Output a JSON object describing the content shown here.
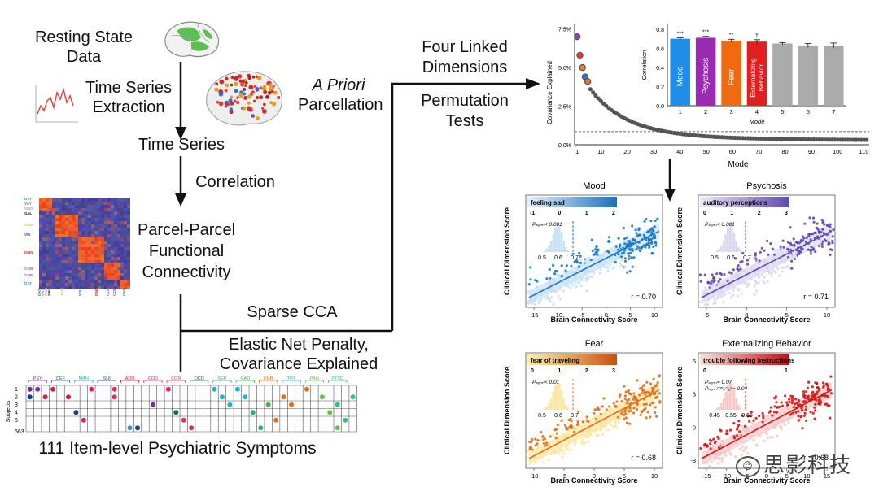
{
  "flow": {
    "resting_state": [
      "Resting State",
      "Data"
    ],
    "time_series_extraction": [
      "Time Series",
      "Extraction"
    ],
    "a_priori": "A Priori",
    "parcellation": "Parcellation",
    "time_series": "Time Series",
    "correlation": "Correlation",
    "connectivity": [
      "Parcel-Parcel",
      "Functional",
      "Connectivity"
    ],
    "sparse_cca": "Sparse CCA",
    "elastic_net": [
      "Elastic Net Penalty,",
      "Covariance Explained"
    ],
    "four_linked": [
      "Four Linked",
      "Dimensions"
    ],
    "permutation": [
      "Permutation",
      "Tests"
    ],
    "symptoms": "111 Item-level Psychiatric Symptoms"
  },
  "matrix_labels": {
    "rows": [
      "DAT",
      "VAT",
      "SMO",
      "SAL",
      "AUD",
      "VIS",
      "DMN",
      "CON",
      "COP",
      "DAT"
    ],
    "row_colors": [
      "#2aa05a",
      "#7a7a7a",
      "#d28cd2",
      "#111",
      "#e0c020",
      "#3a3ad0",
      "#e03030",
      "#b050c0",
      "#b050c0",
      "#20a0e0"
    ]
  },
  "symptom_table": {
    "row_labels": [
      "1",
      "2",
      "3",
      "4",
      "5",
      "663"
    ],
    "ylabel": "Subjects",
    "categories": [
      "PSY",
      "DEF",
      "MAN",
      "SUI",
      "ADD",
      "ODD",
      "CON",
      "OCD",
      "SEP",
      "GAD",
      "PHB",
      "TRT",
      "PAN",
      "PTSD"
    ],
    "category_colors": [
      "#7a2a9a",
      "#1a50c0",
      "#20a0c0",
      "#1a3a8a",
      "#d02040",
      "#e02060",
      "#e03060",
      "#1a6a3a",
      "#30b070",
      "#40b050",
      "#e07020",
      "#20b0d0",
      "#60c040",
      "#30c080"
    ]
  },
  "chart_data": [
    {
      "type": "scatter",
      "ylabel": "Covariance Explained",
      "xlabel": "Mode",
      "x_ticks": [
        1,
        10,
        20,
        30,
        40,
        50,
        60,
        70,
        80,
        90,
        100,
        110
      ],
      "y_ticks": [
        "0.0%",
        "2.5%",
        "5.0%",
        "7.5%"
      ],
      "xlim": [
        0,
        112
      ],
      "ylim": [
        0,
        7.8
      ],
      "first_modes": [
        {
          "x": 1,
          "y": 7.0,
          "color": "#9040c0"
        },
        {
          "x": 2,
          "y": 5.8,
          "color": "#e04030"
        },
        {
          "x": 3,
          "y": 5.0,
          "color": "#f08030"
        },
        {
          "x": 4,
          "y": 4.4,
          "color": "#2080d0"
        },
        {
          "x": 5,
          "y": 4.1,
          "color": "#e87040"
        }
      ],
      "threshold": 0.85
    },
    {
      "type": "bar",
      "ylabel": "Correlation",
      "xlabel": "Mode",
      "categories": [
        "1",
        "2",
        "3",
        "4",
        "5",
        "6",
        "7"
      ],
      "values": [
        0.7,
        0.71,
        0.68,
        0.67,
        0.65,
        0.63,
        0.63
      ],
      "errors": [
        0.01,
        0.015,
        0.015,
        0.02,
        0.01,
        0.02,
        0.025
      ],
      "bar_labels": [
        "Mood",
        "Psychosis",
        "Fear",
        "Externalizing Behavior",
        "",
        "",
        ""
      ],
      "colors": [
        "#1e8ee8",
        "#9a2ab0",
        "#f06a10",
        "#e02020",
        "#aaaaaa",
        "#aaaaaa",
        "#aaaaaa"
      ],
      "significance": [
        "***",
        "***",
        "**",
        "†",
        "",
        "",
        ""
      ],
      "y_ticks": [
        "0.0",
        "0.2",
        "0.4",
        "0.6",
        "0.8"
      ],
      "ylim": [
        0,
        0.85
      ]
    },
    {
      "type": "scatter",
      "title": "Mood",
      "xlabel": "Brain Connectivity Score",
      "ylabel": "Clinical Dimension Score",
      "x_ticks": [
        "-15",
        "-10",
        "-5",
        "0",
        "5",
        "10"
      ],
      "r": "r = 0.70",
      "color": "#1a7ac8",
      "light": "#c8e0f4",
      "item": "feeling sad",
      "item_bar": [
        "#e6f0fa",
        "#1a70c0"
      ],
      "item_ticks": [
        "-1",
        "0",
        "1",
        "2"
      ],
      "p_text": "Pₚₑᵣₘ< 0.001",
      "hist_ticks": [
        "0.5",
        "0.6",
        "0.7"
      ]
    },
    {
      "type": "scatter",
      "title": "Psychosis",
      "xlabel": "Brain Connectivity Score",
      "ylabel": "Clinical Dimension Score",
      "x_ticks": [
        "-5",
        "0",
        "5",
        "10"
      ],
      "r": "r = 0.71",
      "color": "#5a4ab0",
      "light": "#dcd8f0",
      "item": "auditory perceptions",
      "item_bar": [
        "#ecebf6",
        "#6048b0"
      ],
      "item_ticks": [
        "0",
        "1",
        "2",
        "3"
      ],
      "p_text": "Pₚₑᵣₘ< 0.001",
      "hist_ticks": [
        "0.5",
        "0.6",
        "0.7"
      ]
    },
    {
      "type": "scatter",
      "title": "Fear",
      "xlabel": "Brain Connectivity Score",
      "ylabel": "Clinical Dimension Score",
      "x_ticks": [
        "-10",
        "-5",
        "0",
        "5",
        "10"
      ],
      "r": "r = 0.68",
      "color": "#e0701a",
      "light": "#fbe6a0",
      "item": "fear of traveling",
      "item_bar": [
        "#fdf0a8",
        "#c85010"
      ],
      "item_ticks": [
        "0",
        "1",
        "2",
        "3"
      ],
      "p_text": "Pₚₑᵣₘ< 0.01",
      "hist_ticks": [
        "0.5",
        "0.6",
        "0.7"
      ]
    },
    {
      "type": "scatter",
      "title": "Externalizing Behavior",
      "xlabel": "Brain Connectivity Score",
      "ylabel": "Clinical Dimension Score",
      "x_ticks": [
        "-15",
        "-10",
        "-5",
        "0",
        "5",
        "10",
        "15"
      ],
      "y_ticks": [
        "6",
        "3",
        "0",
        "-3"
      ],
      "r": "r = 0.68",
      "color": "#d01818",
      "light": "#f8c8c8",
      "item": "trouble following instructions",
      "item_bar": [
        "#fbe0d8",
        "#c01010"
      ],
      "item_ticks": [
        "0",
        "1"
      ],
      "p_text": "Pₚₑᵣₘ= 0.07",
      "p_text2": "Pₚₑᵣₘᶜᵒʳʳₑᶜᵗₑᵈ= 0.04",
      "hist_ticks": [
        "0.45",
        "0.55",
        "0.65"
      ]
    }
  ],
  "watermark": "思影科技"
}
